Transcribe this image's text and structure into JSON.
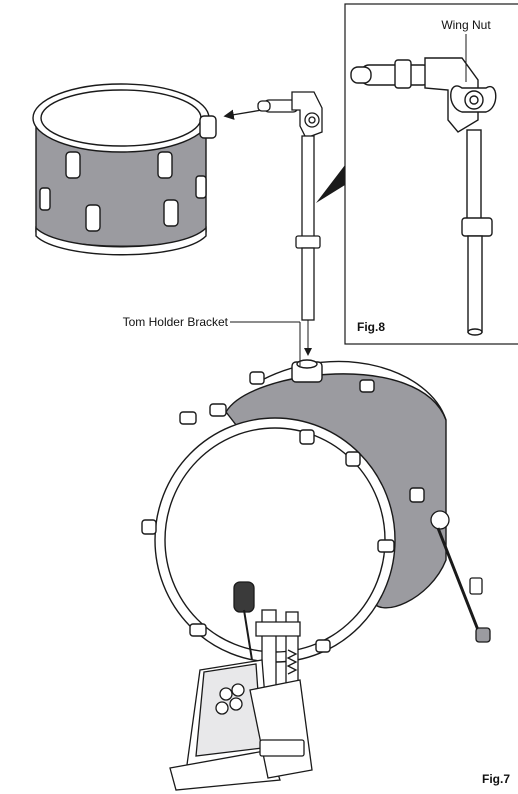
{
  "labels": {
    "wing_nut": "Wing Nut",
    "tom_holder_bracket": "Tom Holder Bracket"
  },
  "figures": {
    "fig8": "Fig.8",
    "fig7": "Fig.7"
  },
  "colors": {
    "shell_gray": "#9b9ba0",
    "line": "#1a1a1a",
    "background": "#ffffff"
  }
}
